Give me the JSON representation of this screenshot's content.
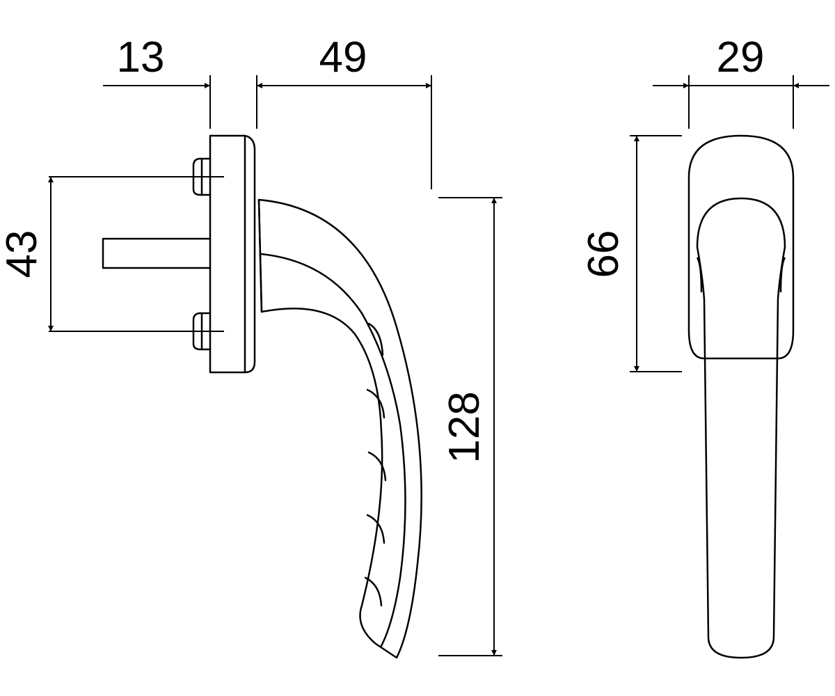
{
  "drawing": {
    "line_color": "#000000",
    "background": "#ffffff",
    "dimensions": {
      "side_view": {
        "rose_depth": "13",
        "projection": "49",
        "spindle_hole_spacing": "43",
        "handle_length": "128"
      },
      "front_view": {
        "rose_width": "29",
        "rose_height": "66"
      }
    }
  }
}
